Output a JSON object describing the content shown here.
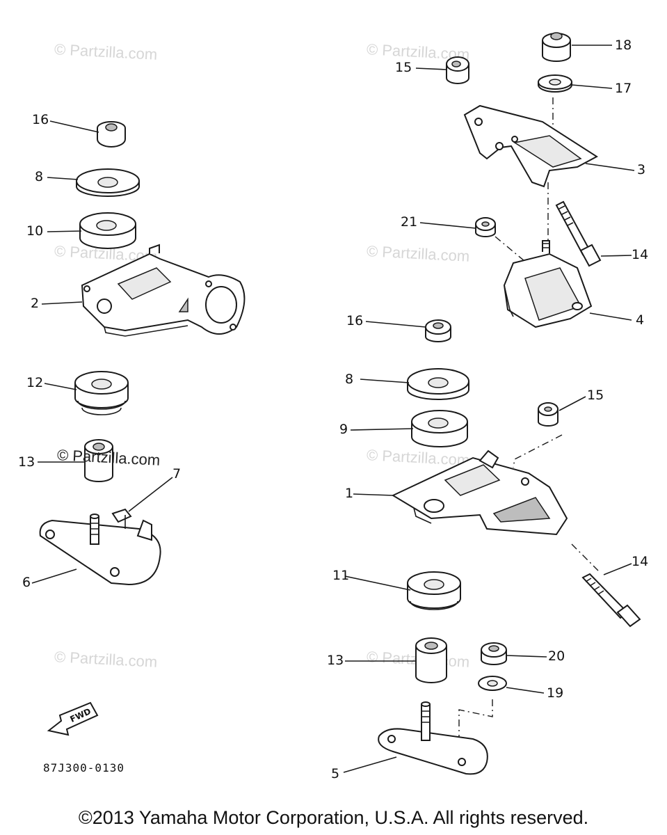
{
  "watermark": "© Partzilla.com",
  "callouts": {
    "n1": "1",
    "n2": "2",
    "n3": "3",
    "n4": "4",
    "n5": "5",
    "n6": "6",
    "n7": "7",
    "n8a": "8",
    "n8b": "8",
    "n9": "9",
    "n10": "10",
    "n11": "11",
    "n12": "12",
    "n13a": "13",
    "n13b": "13",
    "n14a": "14",
    "n14b": "14",
    "n15a": "15",
    "n15b": "15",
    "n16a": "16",
    "n16b": "16",
    "n17": "17",
    "n18": "18",
    "n19": "19",
    "n20": "20",
    "n21": "21"
  },
  "fwd_label": "FWD",
  "diagram_code": "87J300-0130",
  "copyright": "©2013 Yamaha Motor Corporation, U.S.A. All rights reserved."
}
